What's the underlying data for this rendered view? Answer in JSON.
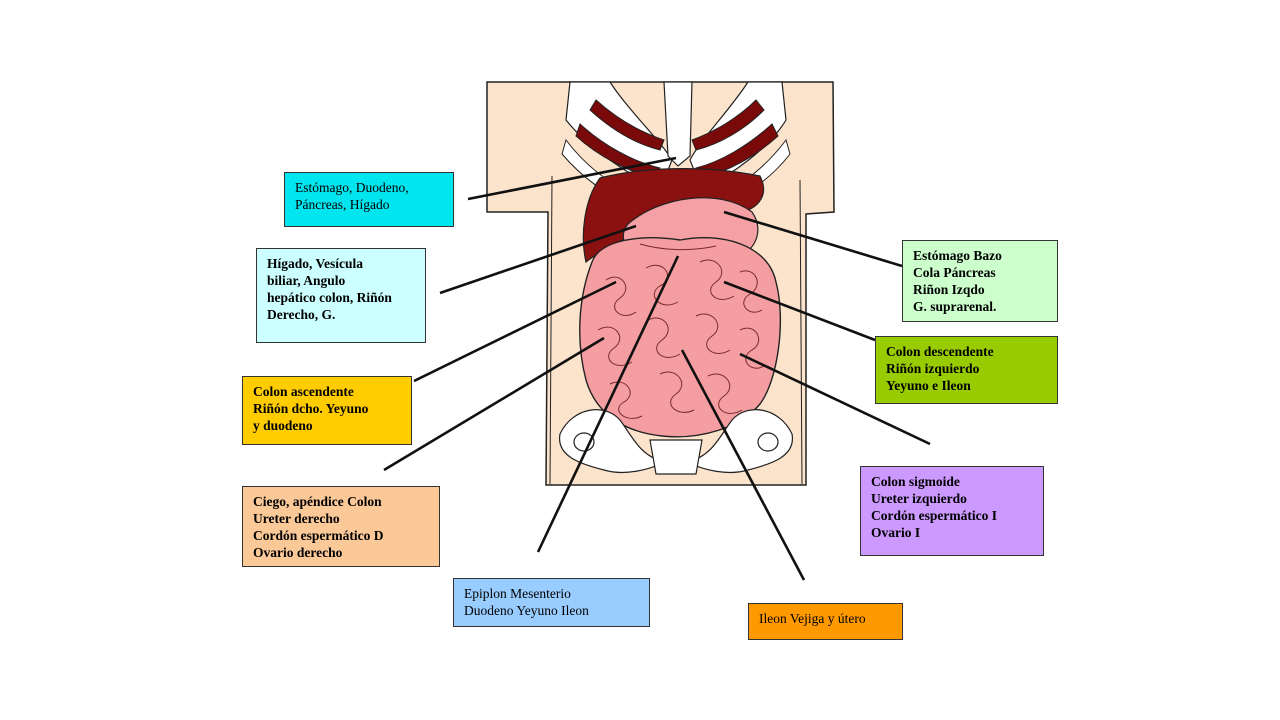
{
  "labels": {
    "stomach_duodenum": {
      "text": "Estómago, Duodeno,\nPáncreas, Hígado",
      "color": "#00e5ee"
    },
    "liver": {
      "text": "Hígado, Vesícula\nbiliar, Angulo\nhepático colon, Riñón\nDerecho, G.",
      "color": "#ccffff"
    },
    "colon_asc": {
      "text": "Colon ascendente\nRiñón dcho. Yeyuno\ny duodeno",
      "color": "#ffcc00"
    },
    "cecum": {
      "text": "Ciego, apéndice Colon\nUreter derecho\nCordón espermático D\nOvario derecho",
      "color": "#fbc998"
    },
    "epiplon": {
      "text": "Epiplon Mesenterio\nDuodeno Yeyuno Ileon",
      "color": "#99ccff"
    },
    "ileon": {
      "text": "Ileon Vejiga y útero",
      "color": "#ff9900"
    },
    "stomach_spleen": {
      "text": "Estómago Bazo\nCola Páncreas\nRiñon Izqdo\nG. suprarenal.",
      "color": "#ccffcc"
    },
    "colon_desc": {
      "text": "Colon descendente\nRiñón izquierdo\nYeyuno e Ileon",
      "color": "#99cc00"
    },
    "sigmoid": {
      "text": "Colon sigmoide\nUreter izquierdo\nCordón espermático I\nOvario I",
      "color": "#cc99ff"
    }
  }
}
